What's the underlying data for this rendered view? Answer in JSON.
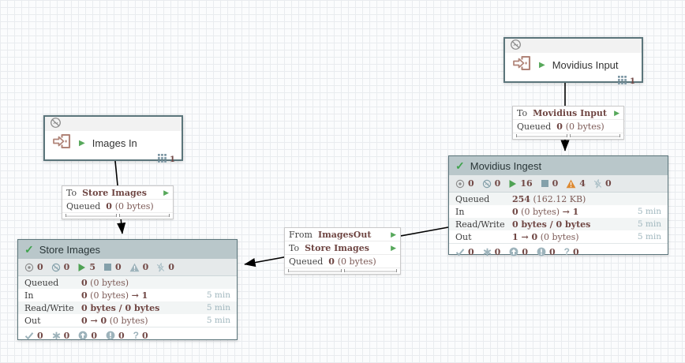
{
  "colors": {
    "accent_green": "#57a85b",
    "accent_orange": "#dd8a33",
    "stat_maroon": "#734a47",
    "group_header": "#b9c7ca",
    "node_border": "#5b757b",
    "icon_bluegray": "#84a0aa"
  },
  "ports": [
    {
      "name": "Images In",
      "cluster_count": "1",
      "state_icon": "not-transmitting-icon",
      "run_icon": "play-icon",
      "type_icon": "input-port-icon",
      "cluster_icon": "cluster-grid-icon"
    },
    {
      "name": "Movidius Input",
      "cluster_count": "1",
      "state_icon": "not-transmitting-icon",
      "run_icon": "play-icon",
      "type_icon": "input-port-icon",
      "cluster_icon": "cluster-grid-icon"
    }
  ],
  "groups": [
    {
      "title": "Store Images",
      "valid_icon": "check-icon",
      "stats": [
        {
          "icon": "transmitting-icon",
          "count": "0"
        },
        {
          "icon": "not-transmitting-icon",
          "count": "0"
        },
        {
          "icon": "running-icon",
          "count": "5"
        },
        {
          "icon": "stopped-icon",
          "count": "0"
        },
        {
          "icon": "warning-icon",
          "count": "0",
          "active": false
        },
        {
          "icon": "disabled-icon",
          "count": "0"
        }
      ],
      "rows": [
        {
          "label": "Queued",
          "b1": "0",
          "light": "(0 bytes)",
          "b2": "",
          "period": ""
        },
        {
          "label": "In",
          "b1": "0",
          "light": "(0 bytes)",
          "b2": "→ 1",
          "period": "5 min"
        },
        {
          "label": "Read/Write",
          "b1": "0 bytes / 0 bytes",
          "light": "",
          "b2": "",
          "period": "5 min"
        },
        {
          "label": "Out",
          "b1": "0 → 0",
          "light": "(0 bytes)",
          "b2": "",
          "period": "5 min"
        }
      ],
      "versions": [
        {
          "icon": "up-to-date-check-icon",
          "count": "0"
        },
        {
          "icon": "locally-modified-icon",
          "count": "0"
        },
        {
          "icon": "stale-icon",
          "count": "0"
        },
        {
          "icon": "modified-and-stale-icon",
          "count": "0"
        },
        {
          "icon": "sync-failure-icon",
          "count": "0"
        }
      ]
    },
    {
      "title": "Movidius Ingest",
      "valid_icon": "check-icon",
      "stats": [
        {
          "icon": "transmitting-icon",
          "count": "0"
        },
        {
          "icon": "not-transmitting-icon",
          "count": "0"
        },
        {
          "icon": "running-icon",
          "count": "16"
        },
        {
          "icon": "stopped-icon",
          "count": "0"
        },
        {
          "icon": "warning-icon",
          "count": "4",
          "active": true
        },
        {
          "icon": "disabled-icon",
          "count": "0"
        }
      ],
      "rows": [
        {
          "label": "Queued",
          "b1": "254",
          "light": "(162.12 KB)",
          "b2": "",
          "period": ""
        },
        {
          "label": "In",
          "b1": "0",
          "light": "(0 bytes)",
          "b2": "→ 1",
          "period": "5 min"
        },
        {
          "label": "Read/Write",
          "b1": "0 bytes / 0 bytes",
          "light": "",
          "b2": "",
          "period": "5 min"
        },
        {
          "label": "Out",
          "b1": "1 → 0",
          "light": "(0 bytes)",
          "b2": "",
          "period": "5 min"
        }
      ],
      "versions": [
        {
          "icon": "up-to-date-check-icon",
          "count": "0"
        },
        {
          "icon": "locally-modified-icon",
          "count": "0"
        },
        {
          "icon": "stale-icon",
          "count": "0"
        },
        {
          "icon": "modified-and-stale-icon",
          "count": "0"
        },
        {
          "icon": "sync-failure-icon",
          "count": "0"
        }
      ]
    }
  ],
  "connections": [
    {
      "rows": [
        {
          "type": "route",
          "prefix": "To",
          "value": "Store Images",
          "arrow_icon": "play-icon"
        },
        {
          "type": "queued",
          "prefix": "Queued",
          "bold": "0",
          "light": "(0 bytes)"
        }
      ]
    },
    {
      "rows": [
        {
          "type": "route",
          "prefix": "To",
          "value": "Movidius Input",
          "arrow_icon": "play-icon"
        },
        {
          "type": "queued",
          "prefix": "Queued",
          "bold": "0",
          "light": "(0 bytes)"
        }
      ]
    },
    {
      "rows": [
        {
          "type": "route",
          "prefix": "From",
          "value": "ImagesOut",
          "arrow_icon": "play-icon"
        },
        {
          "type": "route",
          "prefix": "To",
          "value": "Store Images",
          "arrow_icon": "play-icon"
        },
        {
          "type": "queued",
          "prefix": "Queued",
          "bold": "0",
          "light": "(0 bytes)"
        }
      ]
    }
  ]
}
